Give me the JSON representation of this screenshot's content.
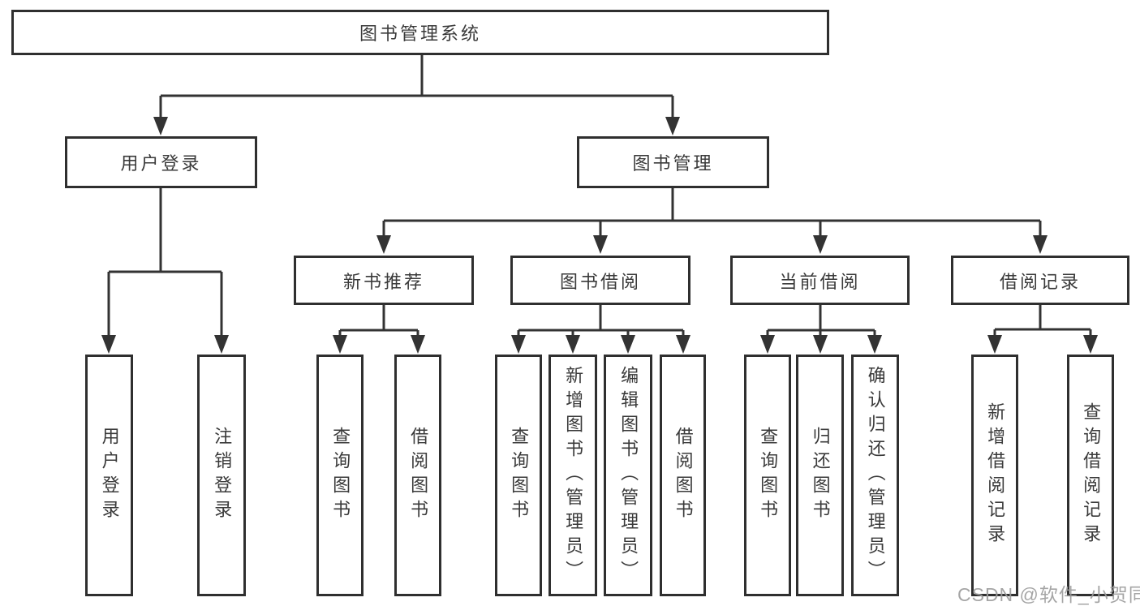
{
  "diagram": {
    "root": {
      "label": "图书管理系统"
    },
    "branches": [
      {
        "label": "用户登录",
        "children": [
          {
            "label": "用户登录"
          },
          {
            "label": "注销登录"
          }
        ]
      },
      {
        "label": "图书管理",
        "children": [
          {
            "label": "新书推荐",
            "children": [
              {
                "label": "查询图书"
              },
              {
                "label": "借阅图书"
              }
            ]
          },
          {
            "label": "图书借阅",
            "children": [
              {
                "label": "查询图书"
              },
              {
                "label": "新增图书（管理员）"
              },
              {
                "label": "编辑图书（管理员）"
              },
              {
                "label": "借阅图书"
              }
            ]
          },
          {
            "label": "当前借阅",
            "children": [
              {
                "label": "查询图书"
              },
              {
                "label": "归还图书"
              },
              {
                "label": "确认归还（管理员）"
              }
            ]
          },
          {
            "label": "借阅记录",
            "children": [
              {
                "label": "新增借阅记录"
              },
              {
                "label": "查询借阅记录"
              }
            ]
          }
        ]
      }
    ]
  },
  "watermark": {
    "text": "CSDN @软件_小贺同学"
  },
  "colors": {
    "line": "#333333",
    "border": "#2f2f2f",
    "text": "#3a3a3a",
    "watermark": "#9c9c9c",
    "bg": "#ffffff"
  }
}
